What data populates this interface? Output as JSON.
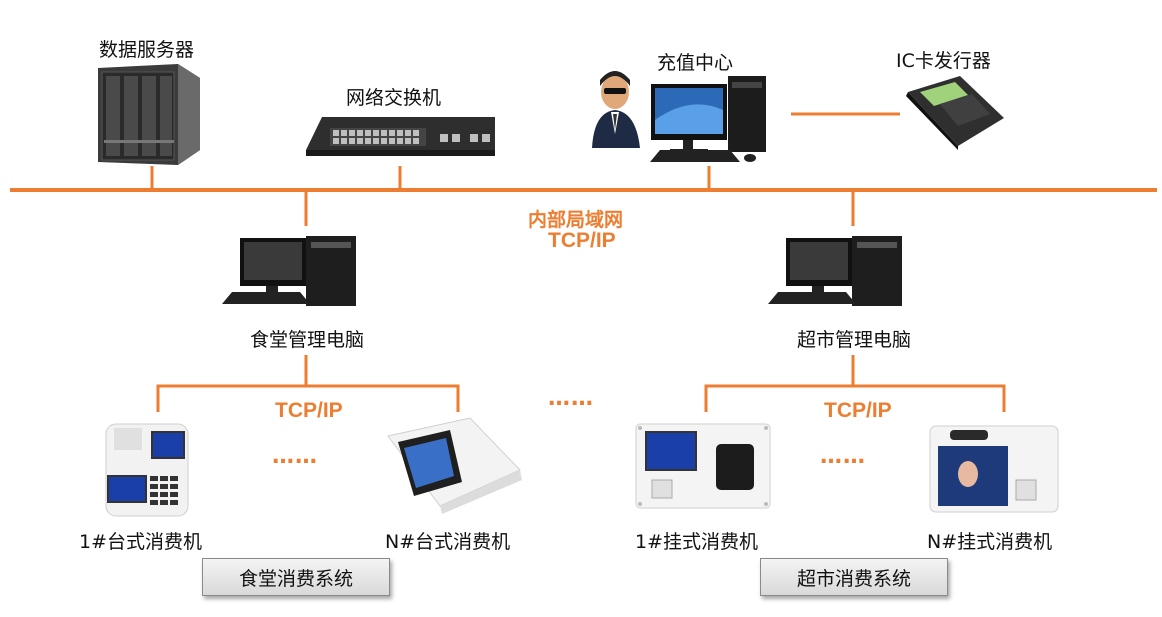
{
  "nodes": {
    "data_server": "数据服务器",
    "network_switch": "网络交换机",
    "recharge_center": "充值中心",
    "ic_card_issuer": "IC卡发行器",
    "lan_title": "内部局域网",
    "lan_protocol": "TCP/IP",
    "canteen_pc": "食堂管理电脑",
    "market_pc": "超市管理电脑",
    "canteen_protocol": "TCP/IP",
    "market_protocol": "TCP/IP",
    "desk_terminal_1": "1#台式消费机",
    "desk_terminal_n": "N#台式消费机",
    "wall_terminal_1": "1#挂式消费机",
    "wall_terminal_n": "N#挂式消费机",
    "ellipsis": "……",
    "canteen_system": "食堂消费系统",
    "market_system": "超市消费系统"
  },
  "colors": {
    "bus": "#ed7d31",
    "accent_text": "#ed7d31"
  }
}
